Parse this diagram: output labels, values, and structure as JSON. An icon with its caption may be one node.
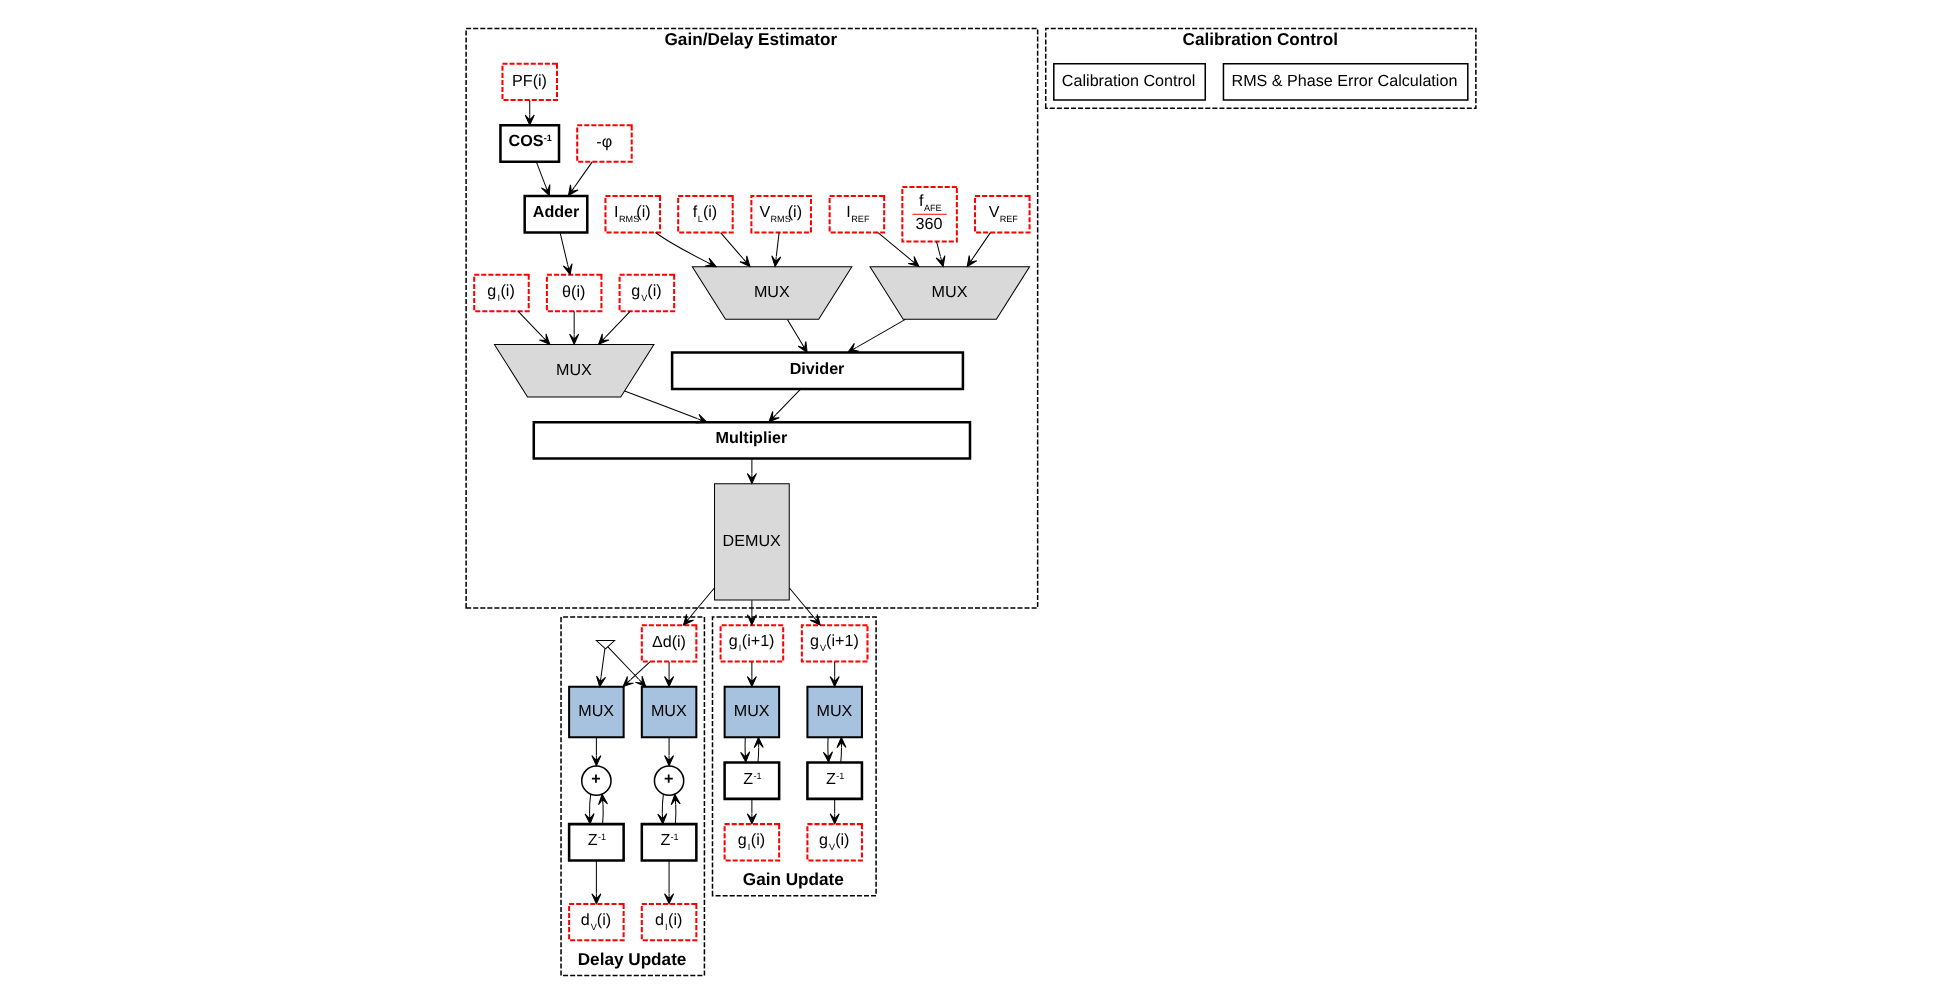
{
  "diagram": {
    "nodes": [
      {
        "text": [
          "Gain/Delay Estimator"
        ]
      },
      {
        "text": [
          "I$_{REF}$"
        ],
        "in": 0
      },
      {
        "text": [
          "V$_{REF}$"
        ],
        "in": 0
      },
      {
        "text": [
          "f$_{AFE}$",
          "360"
        ],
        "in": 0
      },
      {
        "text": [
          "I$_{RMS}$(i)"
        ],
        "in": 0
      },
      {
        "text": [
          "V$_{RMS}$(i)"
        ],
        "in": 0
      },
      {
        "text": [
          "f$_{L}$(i)"
        ],
        "in": 0
      },
      {
        "text": [
          "-φ"
        ],
        "in": 0
      },
      {
        "text": [
          "PF(i)"
        ],
        "in": 0
      },
      {
        "text": [
          "MUX"
        ],
        "in": 0
      },
      {
        "text": [
          "MUX"
        ],
        "in": 0
      },
      {
        "text": [
          "COS$^{-1}$"
        ],
        "in": 0
      },
      {
        "text": [
          "Divider"
        ],
        "in": 0
      },
      {
        "text": [
          "Adder"
        ],
        "in": 0
      },
      {
        "text": [
          "g$_{I}$(i)"
        ],
        "in": 0
      },
      {
        "text": [
          "g$_{V}$(i)"
        ],
        "in": 0
      },
      {
        "text": [
          "θ(i)"
        ],
        "in": 0
      },
      {
        "text": [
          "MUX"
        ],
        "in": 0
      },
      {
        "text": [
          "Multiplier"
        ],
        "in": 0
      },
      {
        "text": [
          "DEMUX"
        ],
        "in": 0
      },
      {
        "text": [
          "Calibration Control"
        ]
      },
      {
        "text": [
          "RMS & Phase Error Calculation"
        ],
        "in": 20
      },
      {
        "text": [
          "Calibration Control"
        ],
        "in": 20
      },
      {
        "text": [
          "Delay Update"
        ]
      },
      {
        "text": [
          "Δd(i)"
        ],
        "in": 23
      },
      {
        "text": [],
        "shape": "ground",
        "in": 23
      },
      {
        "text": [
          "MUX"
        ],
        "in": 23
      },
      {
        "text": [
          "MUX"
        ],
        "in": 23
      },
      {
        "text": [
          "+"
        ],
        "in": 23
      },
      {
        "text": [
          "+"
        ],
        "in": 23
      },
      {
        "text": [
          "Z$^{-1}$"
        ],
        "in": 23
      },
      {
        "text": [
          "Z$^{-1}$"
        ],
        "in": 23
      },
      {
        "text": [
          "d$_{V}$(i)"
        ],
        "in": 23
      },
      {
        "text": [
          "d$_{I}$(i)"
        ],
        "in": 23
      },
      {
        "text": [
          "Gain Update"
        ]
      },
      {
        "text": [
          "g$_{V}$(i+1)"
        ],
        "in": 34
      },
      {
        "text": [
          "MUX"
        ],
        "in": 34
      },
      {
        "text": [
          "Z$^{-1}$"
        ],
        "in": 34
      },
      {
        "text": [
          "g$_{V}$(i)"
        ],
        "in": 34
      },
      {
        "text": [
          "g$_{I}$(i+1)"
        ],
        "in": 34
      },
      {
        "text": [
          "MUX"
        ],
        "in": 34
      },
      {
        "text": [
          "Z$^{-1}$"
        ],
        "in": 34
      },
      {
        "text": [
          "g$_{I}$(i)"
        ],
        "in": 34
      }
    ],
    "edges": [
      {
        "from": 1,
        "to": 9,
        "arrow": "to"
      },
      {
        "from": 2,
        "to": 9,
        "arrow": "to"
      },
      {
        "from": 3,
        "to": 9,
        "arrow": "to"
      },
      {
        "from": 4,
        "to": 10,
        "arrow": "to"
      },
      {
        "from": 5,
        "to": 10,
        "arrow": "to"
      },
      {
        "from": 6,
        "to": 10,
        "arrow": "to"
      },
      {
        "from": 9,
        "to": 12,
        "arrow": "to"
      },
      {
        "from": 10,
        "to": 12,
        "arrow": "to"
      },
      {
        "from": 7,
        "to": 13,
        "arrow": "to"
      },
      {
        "from": 8,
        "to": 11,
        "arrow": "to"
      },
      {
        "from": 11,
        "to": 13,
        "arrow": "to"
      },
      {
        "from": 13,
        "to": 16,
        "arrow": "to"
      },
      {
        "from": 14,
        "to": 17,
        "arrow": "to"
      },
      {
        "from": 15,
        "to": 17,
        "arrow": "to"
      },
      {
        "from": 16,
        "to": 17,
        "arrow": "to"
      },
      {
        "from": 12,
        "to": 18,
        "arrow": "to"
      },
      {
        "from": 17,
        "to": 18,
        "arrow": "to"
      },
      {
        "from": 18,
        "to": 19,
        "arrow": "to"
      },
      {
        "from": 19,
        "to": 24,
        "arrow": "to"
      },
      {
        "from": 19,
        "to": 35,
        "arrow": "to"
      },
      {
        "from": 19,
        "to": 39,
        "arrow": "to"
      },
      {
        "from": 24,
        "to": 26,
        "arrow": "to"
      },
      {
        "from": 25,
        "to": 26,
        "arrow": "to"
      },
      {
        "from": 25,
        "to": 27,
        "arrow": "to"
      },
      {
        "from": 24,
        "to": 27,
        "arrow": "to"
      },
      {
        "from": 26,
        "to": 28,
        "arrow": "to"
      },
      {
        "from": 28,
        "to": 30,
        "arrow": "to"
      },
      {
        "from": 30,
        "to": 32,
        "arrow": "to"
      },
      {
        "from": 30,
        "to": 28,
        "arrow": "to"
      },
      {
        "from": 27,
        "to": 29,
        "arrow": "to"
      },
      {
        "from": 29,
        "to": 31,
        "arrow": "to"
      },
      {
        "from": 31,
        "to": 33,
        "arrow": "to"
      },
      {
        "from": 31,
        "to": 29,
        "arrow": "to"
      },
      {
        "from": 35,
        "to": 36,
        "arrow": "to"
      },
      {
        "from": 36,
        "to": 37,
        "arrow": "to"
      },
      {
        "from": 37,
        "to": 38,
        "arrow": "to"
      },
      {
        "from": 37,
        "to": 36,
        "arrow": "to"
      },
      {
        "from": 39,
        "to": 40,
        "arrow": "to"
      },
      {
        "from": 40,
        "to": 41,
        "arrow": "to"
      },
      {
        "from": 41,
        "to": 42,
        "arrow": "to"
      },
      {
        "from": 41,
        "to": 40,
        "arrow": "to"
      }
    ]
  }
}
